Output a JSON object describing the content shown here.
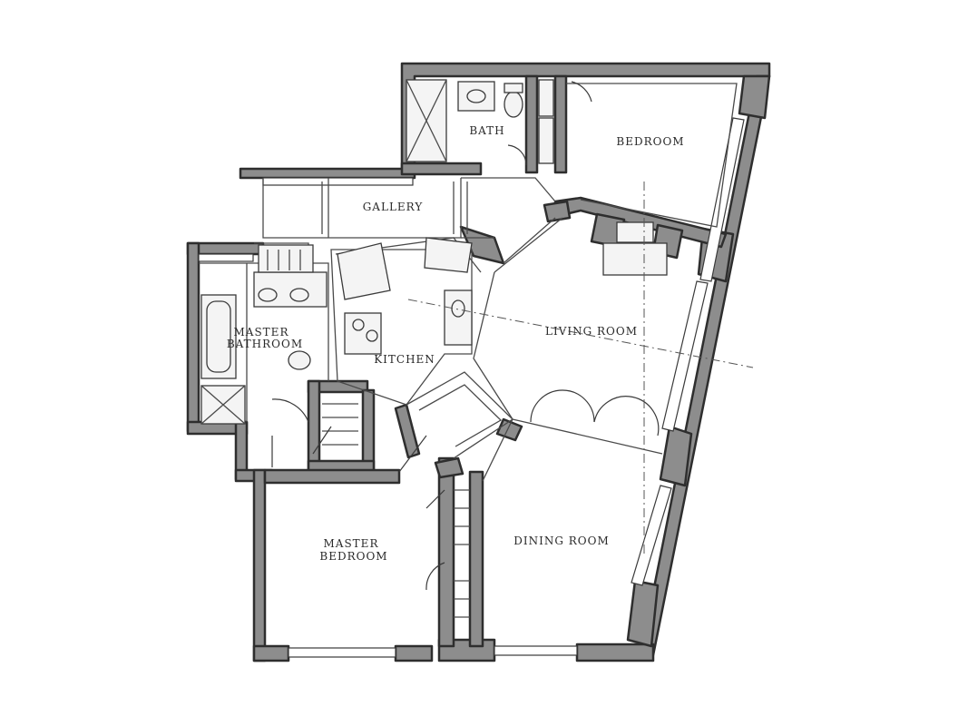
{
  "rooms": {
    "bath": "BATH",
    "bedroom": "BEDROOM",
    "gallery": "GALLERY",
    "master_bathroom_line1": "MASTER",
    "master_bathroom_line2": "BATHROOM",
    "kitchen": "KITCHEN",
    "living_room": "LIVING ROOM",
    "dining_room": "DINING ROOM",
    "master_bedroom_line1": "MASTER",
    "master_bedroom_line2": "BEDROOM"
  },
  "colors": {
    "wall_fill": "#8d8d8d",
    "line": "#2e2e2e",
    "background": "#ffffff"
  }
}
